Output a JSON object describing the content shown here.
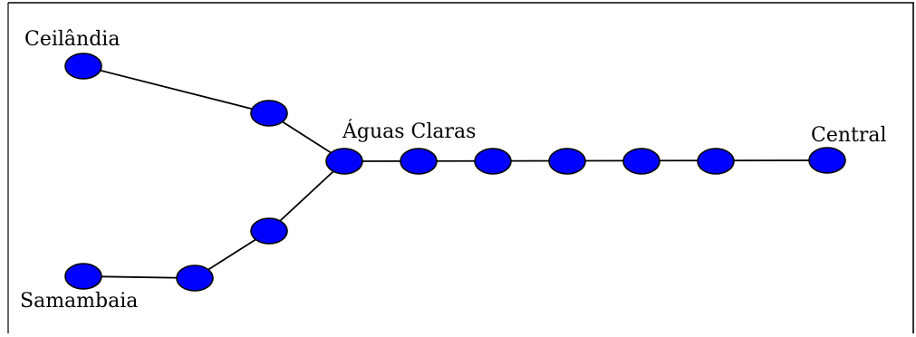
{
  "diagram": {
    "colors": {
      "station_fill": "#0000ff",
      "station_stroke": "#000000",
      "line": "#000000",
      "frame": "#000000"
    },
    "labels": {
      "ceilandia": "Ceilândia",
      "aguas_claras": "Águas Claras",
      "central": "Central",
      "samambaia": "Samambaia"
    }
  }
}
